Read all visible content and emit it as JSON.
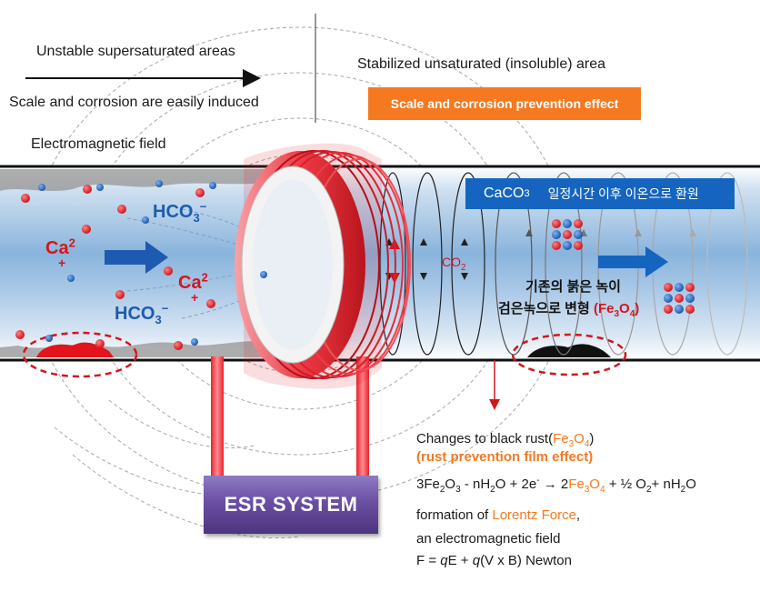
{
  "header": {
    "left_line1": "Unstable supersaturated areas",
    "left_line2": "Scale and corrosion are easily induced",
    "right_line1": "Stabilized unsaturated (insoluble) area",
    "right_button": "Scale and corrosion prevention effect",
    "em_field": "Electromagnetic field"
  },
  "ions": {
    "ca": "Ca",
    "ca_charge": "2",
    "ca_plus": "+",
    "hco": "HCO",
    "hco_sub": "3",
    "hco_minus": "−",
    "co2": "CO",
    "co2_sub": "2"
  },
  "right_box": {
    "formula": "CaCO",
    "formula_sub": "3",
    "korean": "일정시간 이후 이온으로 환원"
  },
  "rust_korean": {
    "line1": "기존의 붉은 녹이",
    "line2": "검은녹으로 변형",
    "fe": "(Fe",
    "fe_sub1": "3",
    "o": "O",
    "fe_sub2": "4",
    "close": ")"
  },
  "device": {
    "label": "ESR SYSTEM"
  },
  "notes": {
    "black_rust_prefix": "Changes to black rust(",
    "fe": "Fe",
    "sub3": "3",
    "o": "O",
    "sub4": "4",
    "close": ")",
    "film": "(rust prevention film effect)",
    "eq_part1": "3Fe",
    "eq_sub2": "2",
    "eq_part2": "O",
    "eq_sub3": "3",
    "eq_part3": " - nH",
    "eq_sub2b": "2",
    "eq_part4": "O + 2e",
    "eq_sup": "-",
    "eq_arrow": " → 2",
    "eq_fe": "Fe",
    "eq_fe_sub3": "3",
    "eq_o": "O",
    "eq_o_sub4": "4",
    "eq_part5": " + ½ O",
    "eq_sub2c": "2",
    "eq_part6": "+ nH",
    "eq_sub2d": "2",
    "eq_part7": "O",
    "lorentz_prefix": "formation of ",
    "lorentz": "Lorentz Force",
    "lorentz_suffix": ",",
    "em_line": "an electromagnetic field",
    "f_prefix": "F = ",
    "f_q1": "q",
    "f_mid": "E + ",
    "f_q2": "q",
    "f_suffix": "(V x B) Newton"
  },
  "colors": {
    "orange": "#f47920",
    "blue_box": "#1565c0",
    "red": "#d4161c",
    "ion_blue": "#1c5bb0",
    "esr_purple": "#6a4fa3"
  }
}
